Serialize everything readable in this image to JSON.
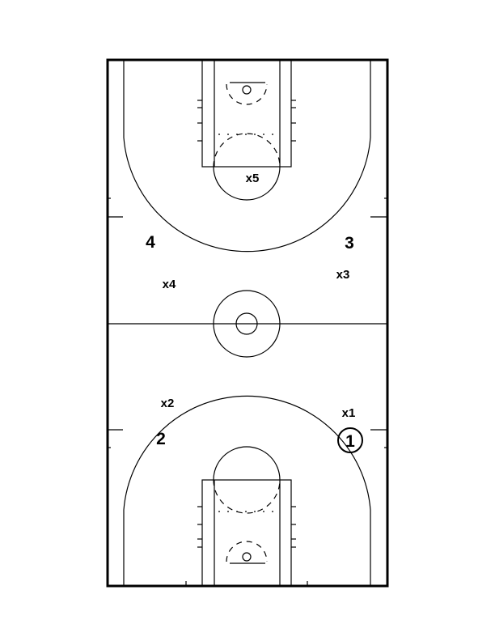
{
  "players": {
    "offense": {
      "p1": "1",
      "p2": "2",
      "p3": "3",
      "p4": "4"
    },
    "defense": {
      "x1": "x1",
      "x2": "x2",
      "x3": "x3",
      "x4": "x4",
      "x5": "x5"
    }
  },
  "colors": {
    "court_lines": "#000000",
    "background": "#ffffff"
  }
}
